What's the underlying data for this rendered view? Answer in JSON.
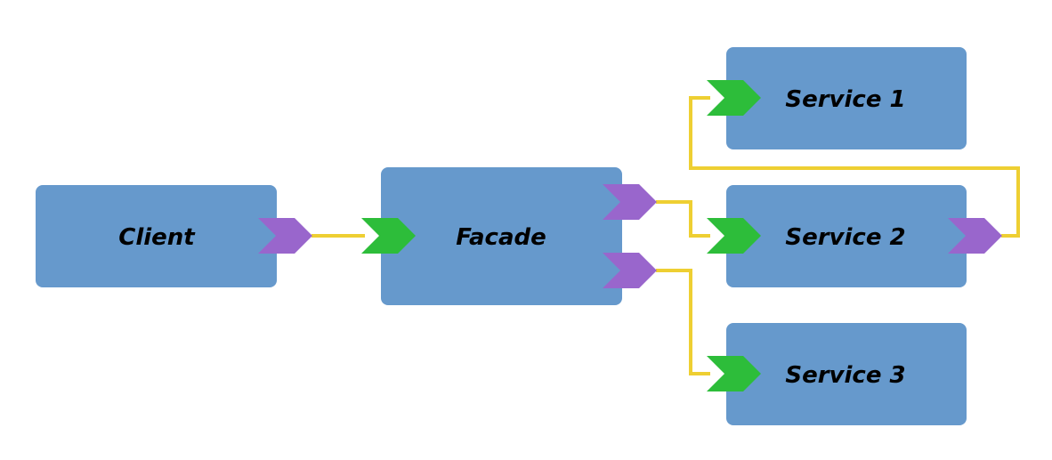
{
  "diagram": {
    "colors": {
      "box": "#6699cc",
      "connector": "#eecf32",
      "input_port": "#2dbd3a",
      "output_port": "#9966cc",
      "label": "#000000",
      "background": "#ffffff"
    },
    "nodes": {
      "client": {
        "label": "Client"
      },
      "facade": {
        "label": "Facade"
      },
      "service1": {
        "label": "Service 1"
      },
      "service2": {
        "label": "Service 2"
      },
      "service3": {
        "label": "Service 3"
      }
    },
    "edges": [
      {
        "from": "client",
        "to": "facade"
      },
      {
        "from": "facade",
        "to": "service2"
      },
      {
        "from": "facade",
        "to": "service3"
      },
      {
        "from": "service2",
        "to": "service1"
      }
    ]
  }
}
